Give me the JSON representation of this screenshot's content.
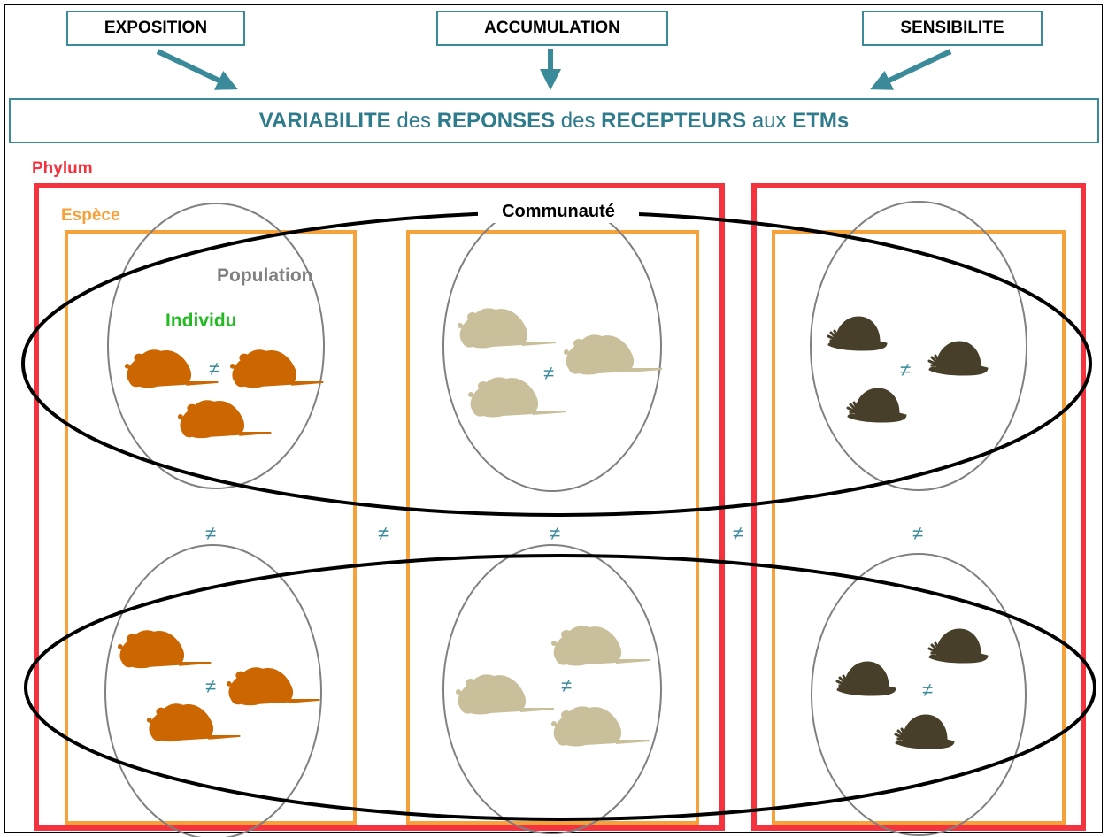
{
  "inputs": {
    "exposition": "EXPOSITION",
    "accumulation": "ACCUMULATION",
    "sensibilite": "SENSIBILITE"
  },
  "banner": {
    "part1": "VARIABILITE",
    "part2": " des ",
    "part3": "REPONSES",
    "part4": " des ",
    "part5": "RECEPTEURS",
    "part6": " aux ",
    "part7": "ETMs"
  },
  "levels": {
    "phylum": "Phylum",
    "espece": "Espèce",
    "communaute": "Communauté",
    "population": "Population",
    "individu": "Individu"
  },
  "not_equal": "≠",
  "colors": {
    "teal": "#3a8a9a",
    "phylum": "#f5333f",
    "espece": "#f7a13a",
    "population": "#808080",
    "individu": "#22bb22",
    "species1": "#cc6600",
    "species2": "#c9bf9a",
    "species3": "#473f2a"
  },
  "icons": [
    "rodent-orange-icon",
    "rodent-beige-icon",
    "snail-dark-icon"
  ]
}
